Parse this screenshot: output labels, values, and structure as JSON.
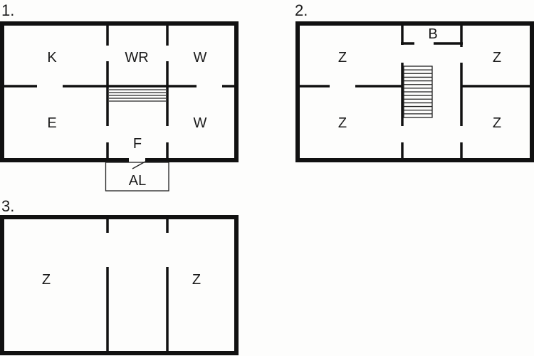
{
  "plans": [
    {
      "number": "1.",
      "rooms": {
        "top_left": "K",
        "top_middle": "WR",
        "top_right": "W",
        "bottom_left": "E",
        "bottom_right": "W",
        "hall": "F",
        "porch": "AL"
      }
    },
    {
      "number": "2.",
      "rooms": {
        "top_middle": "B",
        "top_left": "Z",
        "top_right": "Z",
        "bottom_left": "Z",
        "bottom_right": "Z"
      }
    },
    {
      "number": "3.",
      "rooms": {
        "left": "Z",
        "right": "Z"
      }
    }
  ]
}
